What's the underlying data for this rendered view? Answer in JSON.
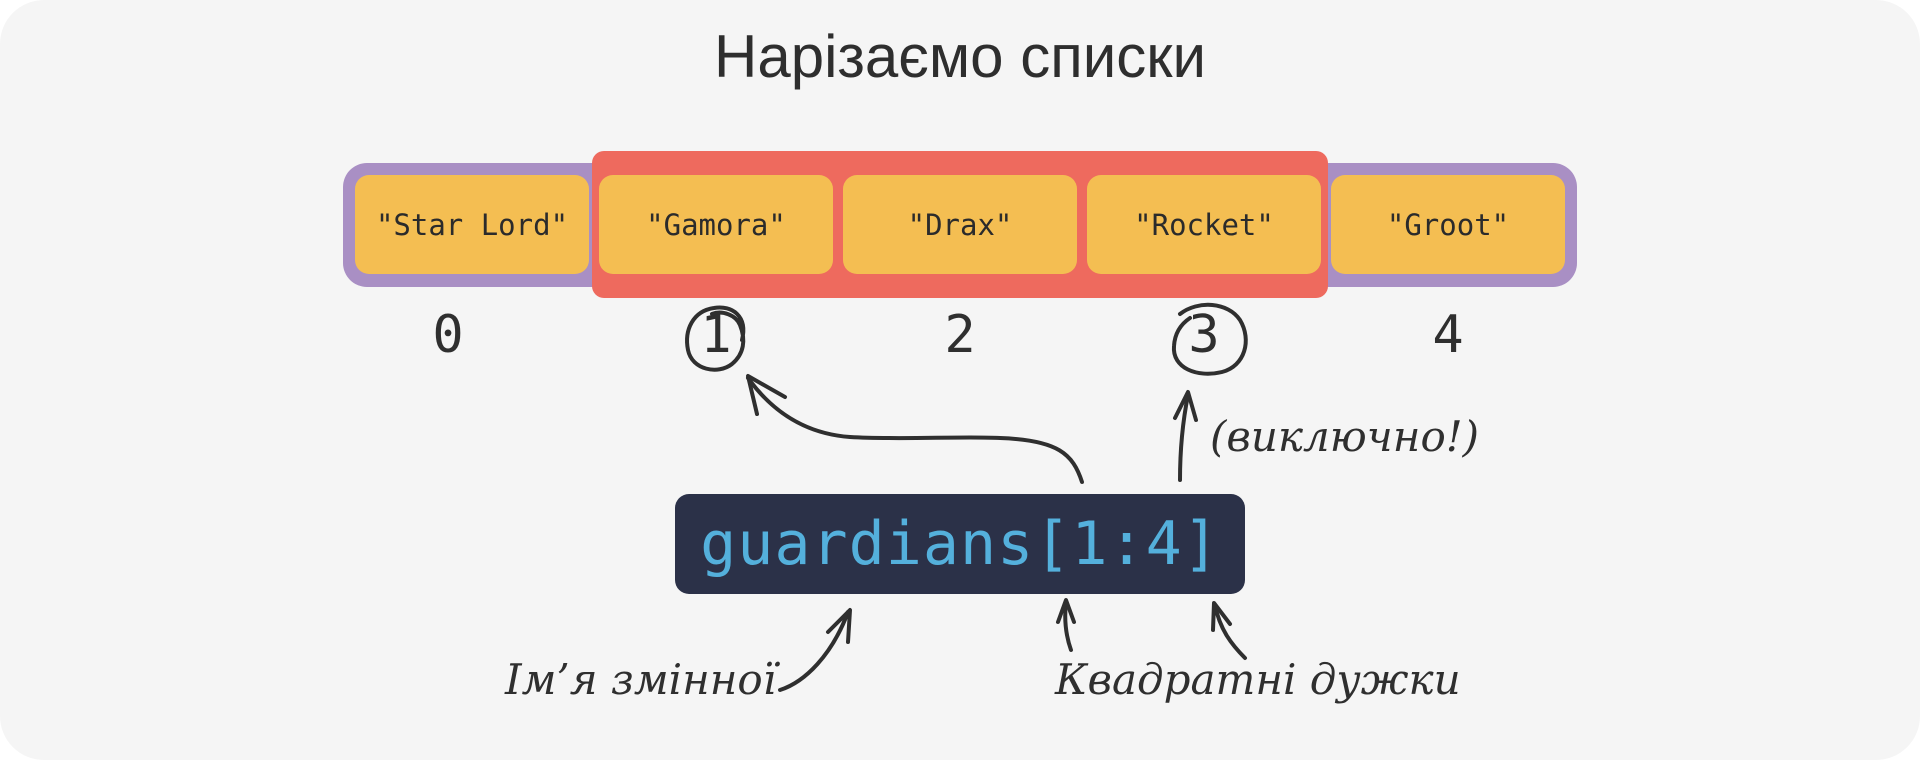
{
  "title": "Нарізаємо списки",
  "list_items": [
    {
      "value": "\"Star Lord\"",
      "index": "0"
    },
    {
      "value": "\"Gamora\"",
      "index": "1"
    },
    {
      "value": "\"Drax\"",
      "index": "2"
    },
    {
      "value": "\"Rocket\"",
      "index": "3"
    },
    {
      "value": "\"Groot\"",
      "index": "4"
    }
  ],
  "code": "guardians[1:4]",
  "annotations": {
    "exclusive": "(виключно!)",
    "variable_name": "Ім’я змінної",
    "square_brackets": "Квадратні дужки"
  },
  "colors": {
    "background": "#f5f5f5",
    "list_frame": "#a98fc4",
    "slice_highlight": "#ee6a5e",
    "item": "#f4be52",
    "code_background": "#2b3148",
    "code_text": "#54b0dc"
  }
}
